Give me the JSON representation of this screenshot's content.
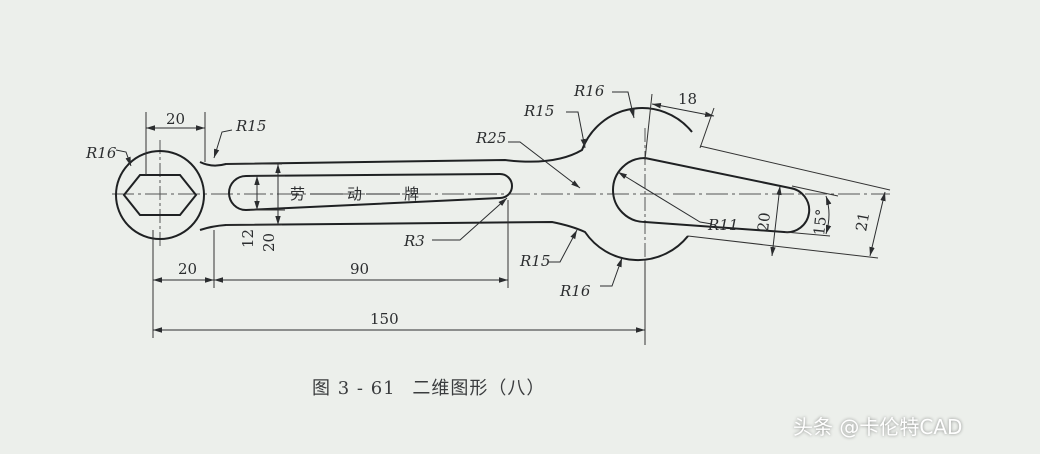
{
  "drawing": {
    "inscription": [
      "劳",
      "动",
      "牌"
    ],
    "dims": {
      "hex_width": "20",
      "left_radius": "R16",
      "left_fillet": "R15",
      "right_top_radius": "R16",
      "right_top_fillet": "R15",
      "big_arc": "R25",
      "right_bottom_fillet": "R15",
      "right_bottom_radius": "R16",
      "slot_end": "R3",
      "jaw_radius": "R11",
      "slot_height": "12",
      "handle_height": "20",
      "left_offset": "20",
      "slot_length": "90",
      "overall_length": "150",
      "jaw_depth": "18",
      "jaw_opening": "20",
      "jaw_angle": "15°",
      "jaw_span": "21"
    }
  },
  "caption": {
    "figure": "图 3 - 61",
    "title": "二维图形（八）"
  },
  "watermark": "头条 @卡伦特CAD"
}
